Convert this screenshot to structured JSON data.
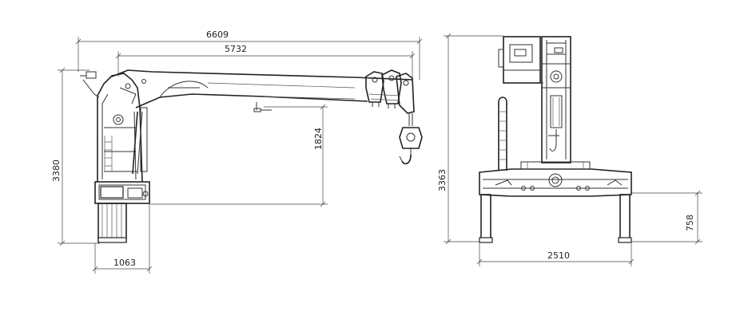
{
  "side_view": {
    "dims": {
      "overall_length": "6609",
      "boom_length": "5732",
      "boom_height": "1824",
      "total_height": "3380",
      "base_width": "1063"
    }
  },
  "rear_view": {
    "dims": {
      "total_height": "3363",
      "leg_height": "758",
      "outrigger_span": "2510"
    }
  }
}
